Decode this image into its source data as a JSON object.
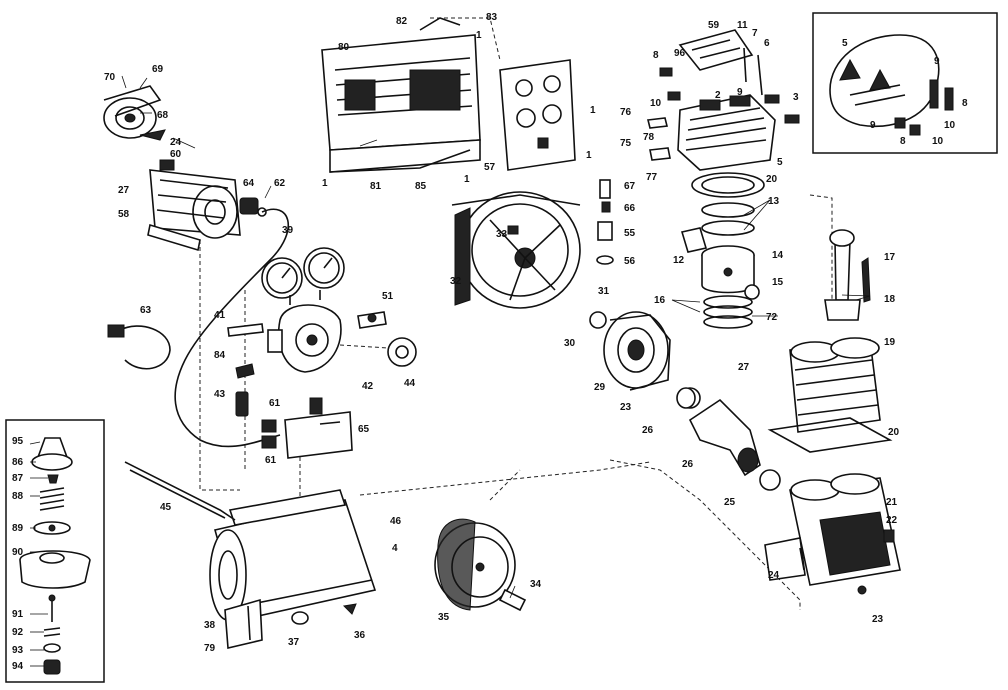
{
  "labels": {
    "l70": "70",
    "l69": "69",
    "l68": "68",
    "l24a": "24",
    "l60": "60",
    "l27a": "27",
    "l58": "58",
    "l64": "64",
    "l62": "62",
    "l39": "39",
    "l63": "63",
    "l41": "41",
    "l84": "84",
    "l43": "43",
    "l61a": "61",
    "l61b": "61",
    "l65": "65",
    "l42": "42",
    "l44": "44",
    "l51": "51",
    "l80": "80",
    "l82": "82",
    "l83": "83",
    "l1a": "1",
    "l1b": "1",
    "l1c": "1",
    "l1d": "1",
    "l1e": "1",
    "l81": "81",
    "l85": "85",
    "l57": "57",
    "l59": "59",
    "l11": "11",
    "l7": "7",
    "l6": "6",
    "l8a": "8",
    "l96": "96",
    "l10a": "10",
    "l2": "2",
    "l9": "9",
    "l3": "3",
    "l76": "76",
    "l78": "78",
    "l75": "75",
    "l77": "77",
    "l67": "67",
    "l66": "66",
    "l55": "55",
    "l56": "56",
    "l5a": "5",
    "l20a": "20",
    "l13": "13",
    "l12": "12",
    "l14": "14",
    "l15": "15",
    "l16": "16",
    "l72": "72",
    "l17": "17",
    "l18": "18",
    "l33": "33",
    "l32": "32",
    "l31": "31",
    "l30": "30",
    "l29": "29",
    "l23a": "23",
    "l27b": "27",
    "l26a": "26",
    "l26b": "26",
    "l25": "25",
    "l19": "19",
    "l20b": "20",
    "l21": "21",
    "l22": "22",
    "l24b": "24",
    "l23b": "23",
    "l45": "45",
    "l46": "46",
    "l4": "4",
    "l38": "38",
    "l79": "79",
    "l37": "37",
    "l36": "36",
    "l35": "35",
    "l34": "34",
    "l95": "95",
    "l86": "86",
    "l87": "87",
    "l88": "88",
    "l89": "89",
    "l90": "90",
    "l91": "91",
    "l92": "92",
    "l93": "93",
    "l94": "94",
    "i5": "5",
    "i9": "9",
    "i8a": "8",
    "i10a": "10",
    "i9b": "9",
    "i8b": "8",
    "i10b": "10"
  }
}
